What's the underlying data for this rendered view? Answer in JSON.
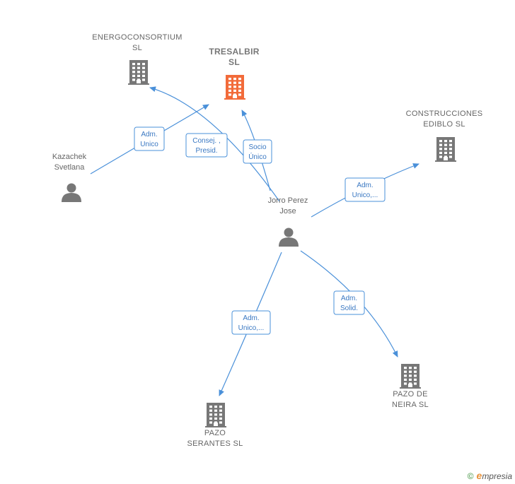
{
  "nodes": [
    {
      "id": "energo",
      "type": "company",
      "lines": [
        "ENERGOCONSORTIUM",
        "SL"
      ],
      "color": "#777777"
    },
    {
      "id": "tresalbir",
      "type": "company",
      "lines": [
        "TRESALBIR",
        "SL"
      ],
      "color": "#f26b3a",
      "main": true
    },
    {
      "id": "construcciones",
      "type": "company",
      "lines": [
        "CONSTRUCCIONES",
        "EDIBLO SL"
      ],
      "color": "#777777"
    },
    {
      "id": "kazachek",
      "type": "person",
      "lines": [
        "Kazachek",
        "Svetlana"
      ],
      "color": "#777777"
    },
    {
      "id": "jorro",
      "type": "person",
      "lines": [
        "Jorro Perez",
        "Jose"
      ],
      "color": "#777777"
    },
    {
      "id": "pazo_serantes",
      "type": "company",
      "lines": [
        "PAZO",
        "SERANTES  SL"
      ],
      "color": "#777777"
    },
    {
      "id": "pazo_neira",
      "type": "company",
      "lines": [
        "PAZO DE",
        "NEIRA  SL"
      ],
      "color": "#777777"
    }
  ],
  "edges": [
    {
      "from": "kazachek",
      "to": "tresalbir",
      "label": [
        "Adm.",
        "Unico"
      ]
    },
    {
      "from": "jorro",
      "to": "energo",
      "label": [
        "Consej. ,",
        "Presid."
      ]
    },
    {
      "from": "jorro",
      "to": "tresalbir",
      "label": [
        "Socio",
        "Único"
      ]
    },
    {
      "from": "jorro",
      "to": "construcciones",
      "label": [
        "Adm.",
        "Unico,..."
      ]
    },
    {
      "from": "jorro",
      "to": "pazo_serantes",
      "label": [
        "Adm.",
        "Unico,..."
      ]
    },
    {
      "from": "jorro",
      "to": "pazo_neira",
      "label": [
        "Adm.",
        "Solid."
      ]
    }
  ],
  "footer": {
    "copyright": "©",
    "brand_initial": "e",
    "brand_rest": "mpresia"
  }
}
